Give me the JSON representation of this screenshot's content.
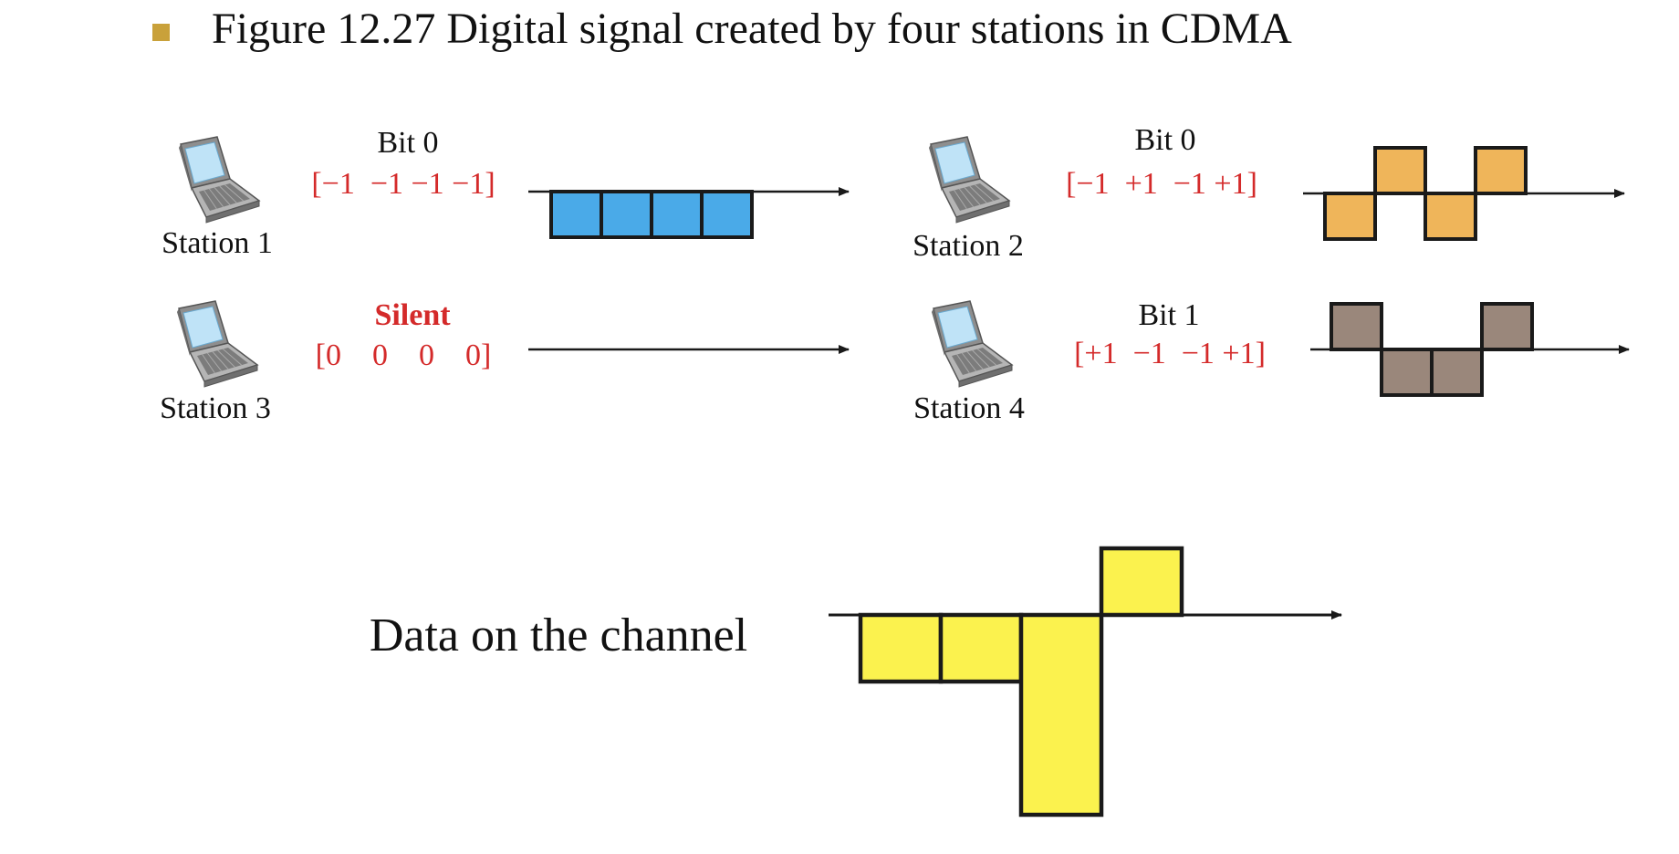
{
  "title": "Figure 12.27  Digital signal created by four stations in CDMA",
  "colors": {
    "bullet": "#C9A13A",
    "code_text": "#D42A2A",
    "station1_fill": "#4AAAE8",
    "station2_fill": "#EFB55A",
    "station4_fill": "#9A877B",
    "channel_fill": "#FBF24E",
    "stroke": "#1A1A1A"
  },
  "stations": [
    {
      "label": "Station 1",
      "bit_label": "Bit 0",
      "bit_style": "normal",
      "code": "[−1  −1 −1 −1]",
      "signal": [
        -1,
        -1,
        -1,
        -1
      ]
    },
    {
      "label": "Station 2",
      "bit_label": "Bit 0",
      "bit_style": "normal",
      "code": "[−1  +1  −1 +1]",
      "signal": [
        -1,
        1,
        -1,
        1
      ]
    },
    {
      "label": "Station 3",
      "bit_label": "Silent",
      "bit_style": "alert",
      "code": "[0    0    0    0]",
      "signal": [
        0,
        0,
        0,
        0
      ]
    },
    {
      "label": "Station 4",
      "bit_label": "Bit 1",
      "bit_style": "normal",
      "code": "[+1  −1  −1 +1]",
      "signal": [
        1,
        -1,
        -1,
        1
      ]
    }
  ],
  "channel": {
    "label": "Data on the channel",
    "signal": [
      -1,
      -1,
      -3,
      1
    ]
  }
}
